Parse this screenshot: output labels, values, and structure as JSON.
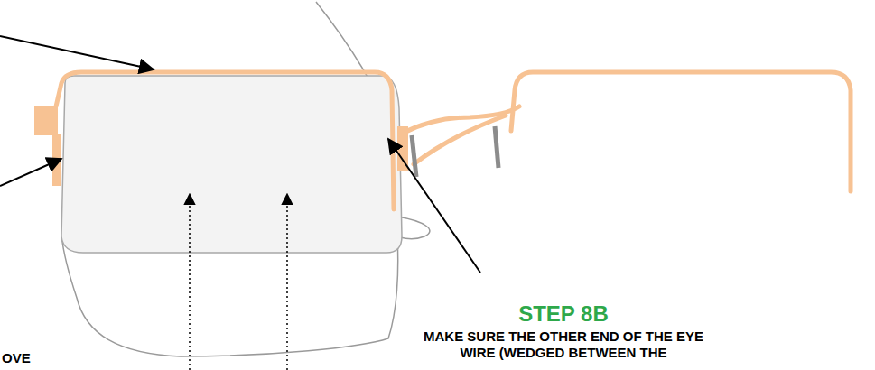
{
  "diagram": {
    "labels": [
      "STEP 8B",
      "MAKE SURE THE OTHER END OF THE EYE WIRE (WEDGED BETWEEN THE",
      "OVE"
    ]
  }
}
